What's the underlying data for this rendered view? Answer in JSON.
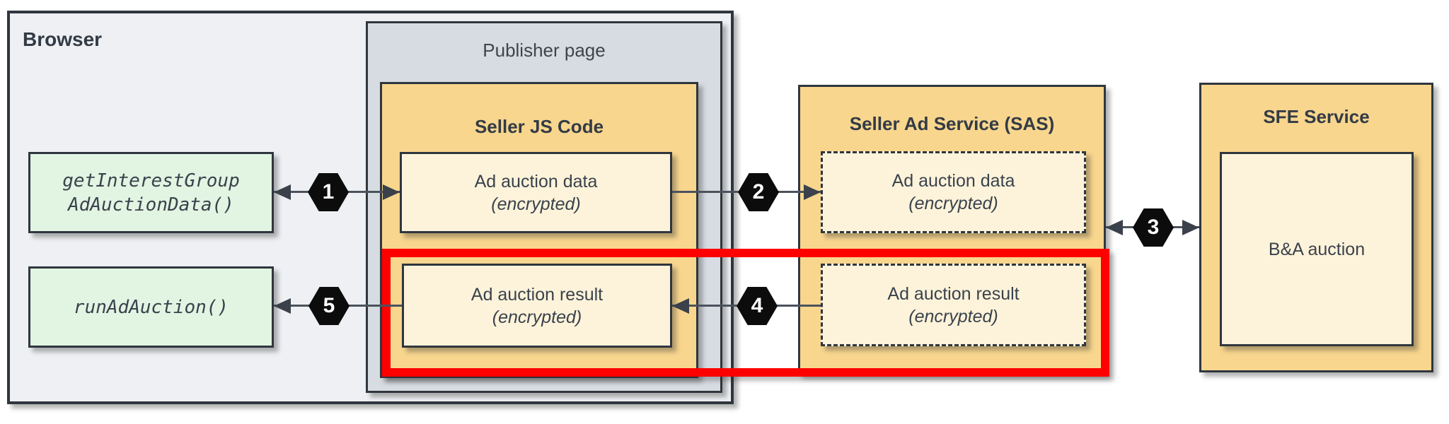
{
  "containers": {
    "browser": {
      "title": "Browser"
    },
    "publisher": {
      "title": "Publisher page"
    },
    "seller_js": {
      "title": "Seller JS Code"
    },
    "sas": {
      "title": "Seller Ad Service (SAS)"
    },
    "sfe": {
      "title": "SFE Service"
    }
  },
  "nodes": {
    "get_interest_group": {
      "line1": "getInterestGroup",
      "line2": "AdAuctionData()"
    },
    "run_ad_auction": {
      "line1": "runAdAuction()"
    },
    "js_ad_auction_data": {
      "line1": "Ad auction data",
      "line2": "(encrypted)"
    },
    "js_ad_auction_result": {
      "line1": "Ad auction result",
      "line2": "(encrypted)"
    },
    "sas_ad_auction_data": {
      "line1": "Ad auction data",
      "line2": "(encrypted)"
    },
    "sas_ad_auction_result": {
      "line1": "Ad auction result",
      "line2": "(encrypted)"
    },
    "ba_auction": {
      "line1": "B&A auction"
    }
  },
  "steps": {
    "s1": "1",
    "s2": "2",
    "s3": "3",
    "s4": "4",
    "s5": "5"
  },
  "colors": {
    "highlight_red": "#fe0000",
    "container_orange": "#f8d68e",
    "inner_cream": "#fdf3da",
    "code_green": "#e2f4e2",
    "publisher_gray": "#d7dce2",
    "browser_gray": "#eef0f3",
    "border_dark": "#2f363e"
  }
}
